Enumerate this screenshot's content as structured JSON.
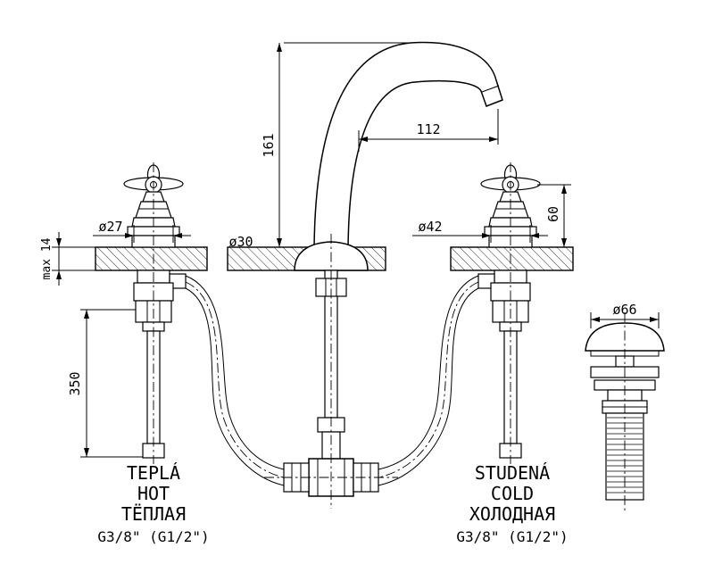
{
  "drawing_title": "Three-hole basin mixer technical dimension drawing",
  "dimensions": {
    "spout_height": "161",
    "spout_reach": "112",
    "spout_base": "ø30",
    "hot_handle": "ø27",
    "cold_handle": "ø42",
    "handle_height": "60",
    "deck_thickness": "max 14",
    "hose_length": "350",
    "drain_cap": "ø66"
  },
  "labels": {
    "hot": [
      "TEPLÁ",
      "HOT",
      "ТЁПЛАЯ",
      "G3/8\" (G1/2\")"
    ],
    "cold": [
      "STUDENÁ",
      "COLD",
      "ХОЛОДНАЯ",
      "G3/8\" (G1/2\")"
    ]
  }
}
